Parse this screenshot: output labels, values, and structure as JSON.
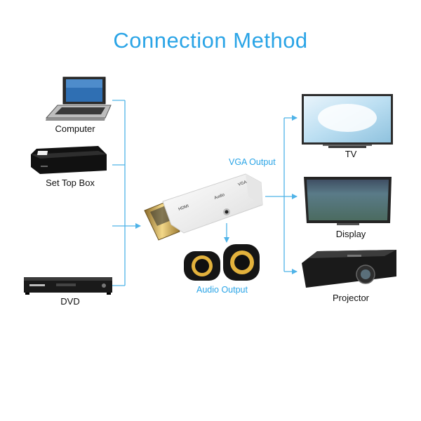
{
  "title": "Connection Method",
  "colors": {
    "accent": "#2aa4e6",
    "connector": "#4fb3e8"
  },
  "inputs": [
    {
      "label": "Computer",
      "icon": "laptop-icon"
    },
    {
      "label": "Set Top Box",
      "icon": "set-top-box-icon"
    },
    {
      "label": "DVD",
      "icon": "dvd-player-icon"
    }
  ],
  "adapter": {
    "icon": "hdmi-vga-adapter-icon",
    "port_labels": {
      "hdmi": "HDMI",
      "audio": "Audio",
      "vga": "VGA"
    }
  },
  "audio": {
    "label": "Audio Output",
    "icon": "speakers-icon"
  },
  "vga": {
    "label": "VGA Output"
  },
  "outputs": [
    {
      "label": "TV",
      "icon": "tv-icon"
    },
    {
      "label": "Display",
      "icon": "monitor-icon"
    },
    {
      "label": "Projector",
      "icon": "projector-icon"
    }
  ]
}
